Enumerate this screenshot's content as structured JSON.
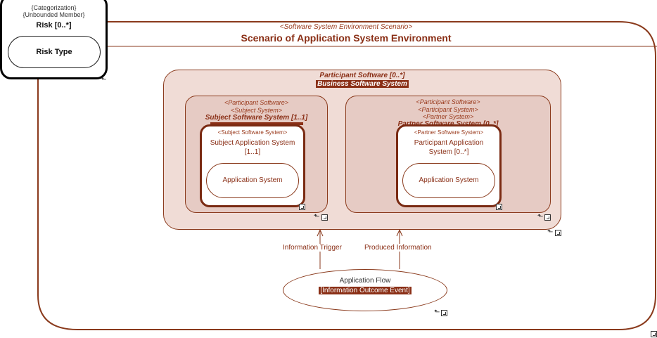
{
  "categorization": {
    "stereo1": "{Categorization}",
    "stereo2": "{Unbounded Member}",
    "title": "Risk [0..*]",
    "inner": "Risk Type"
  },
  "scenario": {
    "stereo": "<Software System Environment Scenario>",
    "title": "Scenario of Application System Environment"
  },
  "participant_software": {
    "title": "Participant Software [0..*]",
    "subtitle": "Business Software System"
  },
  "subject_software": {
    "stereo1": "<Participant Software>",
    "stereo2": "<Subject System>",
    "title": "Subject Software System [1..1]"
  },
  "subject_app": {
    "stereo": "<Subject Software System>",
    "title_line1": "Subject Application System",
    "title_line2": "[1..1]",
    "inner": "Application System"
  },
  "partner_software": {
    "stereo1": "<Participant Software>",
    "stereo2": "<Participant System>",
    "stereo3": "<Partner System>",
    "title": "Partner Software System [0..*]"
  },
  "participant_app": {
    "stereo": "<Partner Software System>",
    "title_line1": "Participant Application",
    "title_line2": "System [0..*]",
    "inner": "Application System"
  },
  "flows": {
    "trigger": "Information Trigger",
    "produced": "Produced Information"
  },
  "app_flow": {
    "title": "Application Flow",
    "subtitle": "[Information Outcome Event]"
  },
  "colors": {
    "accent": "#8a2f16",
    "outer_fill": "#f0dcd6",
    "mid_fill": "#e6cbc4",
    "border": "#8a3a1c"
  }
}
